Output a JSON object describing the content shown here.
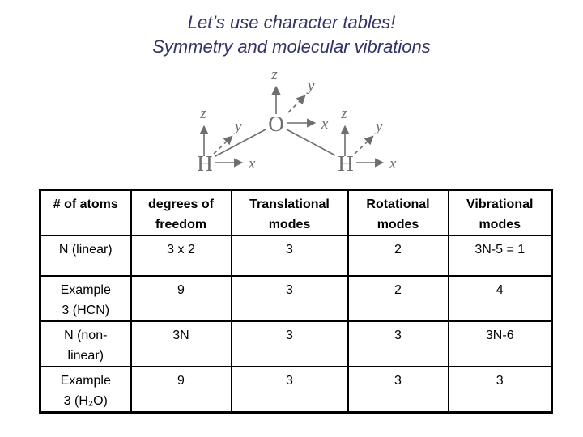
{
  "slide": {
    "title_line1": "Let’s use character tables!",
    "title_line2": "Symmetry and molecular vibrations",
    "title_color": "#333366"
  },
  "molecule": {
    "description": "water molecule H-O-H with x, y, z displacement vectors on each atom",
    "atom_o": "O",
    "atom_h": "H",
    "axis_x": "x",
    "axis_y": "y",
    "axis_z": "z",
    "stroke_color": "#6e6e6e"
  },
  "table": {
    "headers": [
      "# of atoms",
      "degrees of freedom",
      "Translational modes",
      "Rotational modes",
      "Vibrational modes"
    ],
    "rows": [
      {
        "label_line1": "N (linear)",
        "label_line2": "",
        "cells": [
          "3 x 2",
          "3",
          "2",
          "3N-5 = 1"
        ]
      },
      {
        "label_line1": "Example",
        "label_line2": "3 (HCN)",
        "cells": [
          "9",
          "3",
          "2",
          "4"
        ]
      },
      {
        "label_line1": "N (non-",
        "label_line2": "linear)",
        "cells": [
          "3N",
          "3",
          "3",
          "3N-6"
        ]
      },
      {
        "label_line1": "Example",
        "label_line2": "3 (H₂O)",
        "cells": [
          "9",
          "3",
          "3",
          "3"
        ]
      }
    ]
  }
}
